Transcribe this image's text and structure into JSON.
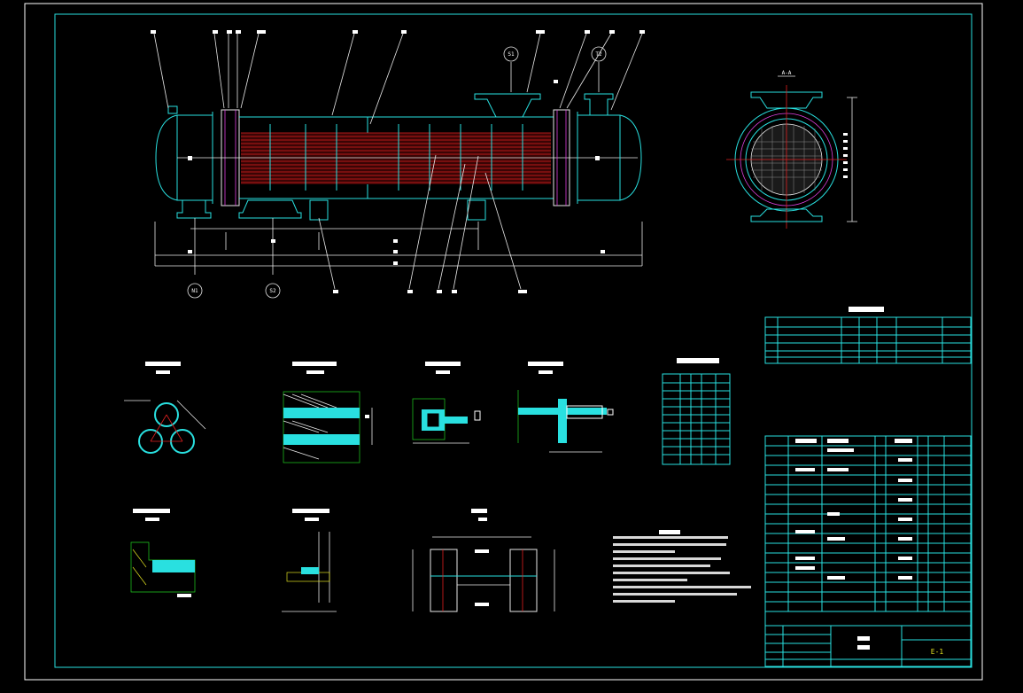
{
  "drawing": {
    "section_label": "A-A",
    "nozzle_marks": [
      "N1",
      "S2",
      "S1",
      "T2"
    ],
    "drawing_number": "E-1"
  },
  "colors": {
    "background": "#000000",
    "frame": "#ffffff",
    "cyan": "#29e0e0",
    "red": "#e02020",
    "green": "#20d020",
    "magenta": "#e040e0",
    "yellow": "#e0e020"
  },
  "tables": {
    "nozzle_table": {
      "rows": 4
    },
    "bom_table": {
      "rows": 18
    },
    "spec_table": {
      "rows": 12
    }
  }
}
